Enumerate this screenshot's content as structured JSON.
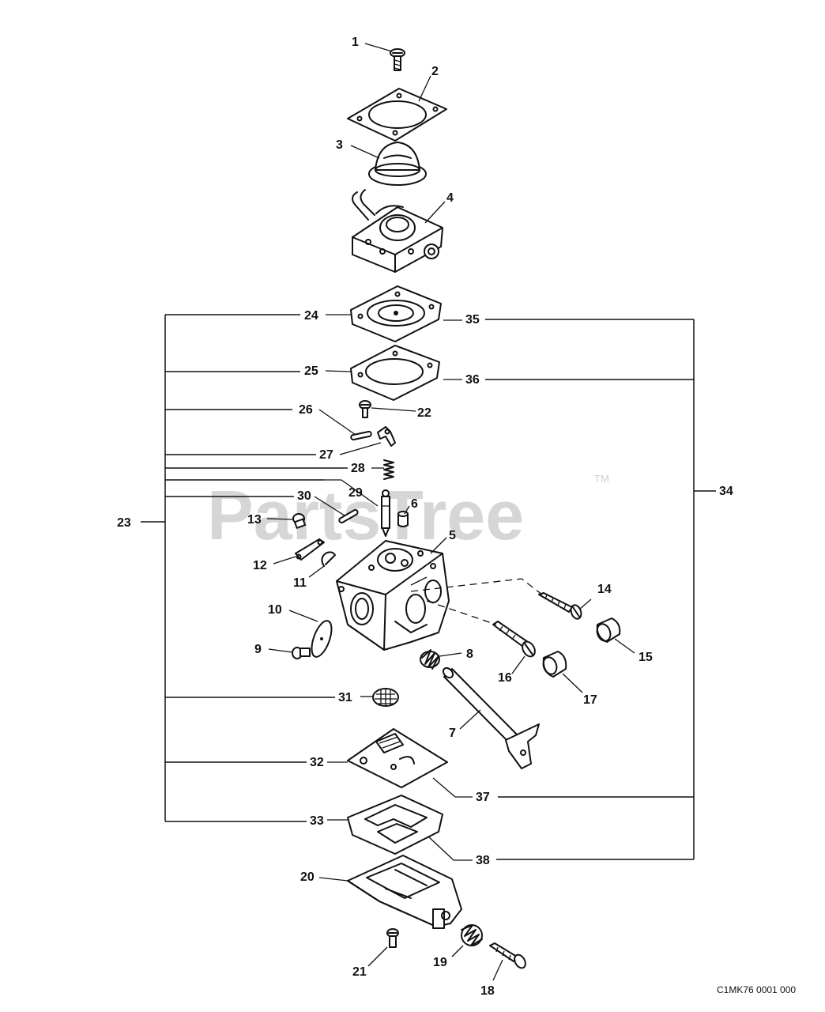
{
  "watermark": {
    "brand": "PartsTree",
    "trademark": "TM"
  },
  "diagram_code": "C1MK76 0001 000",
  "callouts": [
    {
      "id": "c1",
      "label": "1"
    },
    {
      "id": "c2",
      "label": "2"
    },
    {
      "id": "c3",
      "label": "3"
    },
    {
      "id": "c4",
      "label": "4"
    },
    {
      "id": "c5",
      "label": "5"
    },
    {
      "id": "c6",
      "label": "6"
    },
    {
      "id": "c7",
      "label": "7"
    },
    {
      "id": "c8",
      "label": "8"
    },
    {
      "id": "c9",
      "label": "9"
    },
    {
      "id": "c10",
      "label": "10"
    },
    {
      "id": "c11",
      "label": "11"
    },
    {
      "id": "c12",
      "label": "12"
    },
    {
      "id": "c13",
      "label": "13"
    },
    {
      "id": "c14",
      "label": "14"
    },
    {
      "id": "c15",
      "label": "15"
    },
    {
      "id": "c16",
      "label": "16"
    },
    {
      "id": "c17",
      "label": "17"
    },
    {
      "id": "c18",
      "label": "18"
    },
    {
      "id": "c19",
      "label": "19"
    },
    {
      "id": "c20",
      "label": "20"
    },
    {
      "id": "c21",
      "label": "21"
    },
    {
      "id": "c22",
      "label": "22"
    },
    {
      "id": "c23",
      "label": "23"
    },
    {
      "id": "c24",
      "label": "24"
    },
    {
      "id": "c25",
      "label": "25"
    },
    {
      "id": "c26",
      "label": "26"
    },
    {
      "id": "c27",
      "label": "27"
    },
    {
      "id": "c28",
      "label": "28"
    },
    {
      "id": "c29",
      "label": "29"
    },
    {
      "id": "c30",
      "label": "30"
    },
    {
      "id": "c31",
      "label": "31"
    },
    {
      "id": "c32",
      "label": "32"
    },
    {
      "id": "c33",
      "label": "33"
    },
    {
      "id": "c34",
      "label": "34"
    },
    {
      "id": "c35",
      "label": "35"
    },
    {
      "id": "c36",
      "label": "36"
    },
    {
      "id": "c37",
      "label": "37"
    },
    {
      "id": "c38",
      "label": "38"
    }
  ]
}
